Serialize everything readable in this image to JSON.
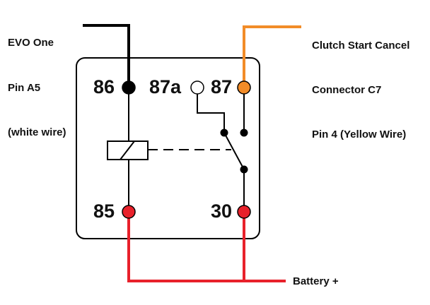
{
  "labels": {
    "evo": [
      "EVO One",
      "Pin A5",
      "(white wire)"
    ],
    "clutch": [
      "Clutch Start Cancel",
      "Connector C7",
      "Pin 4 (Yellow Wire)"
    ],
    "battery": "Battery +"
  },
  "pins": {
    "p86": "86",
    "p87a": "87a",
    "p87": "87",
    "p85": "85",
    "p30": "30"
  },
  "colors": {
    "white_wire": "#000000",
    "yellow_wire": "#f28c28",
    "battery_wire": "#e8212b",
    "pin_86": "#000000",
    "pin_87a": "#ffffff",
    "pin_87": "#f28c28",
    "pin_85": "#e8212b",
    "pin_30": "#e8212b"
  }
}
